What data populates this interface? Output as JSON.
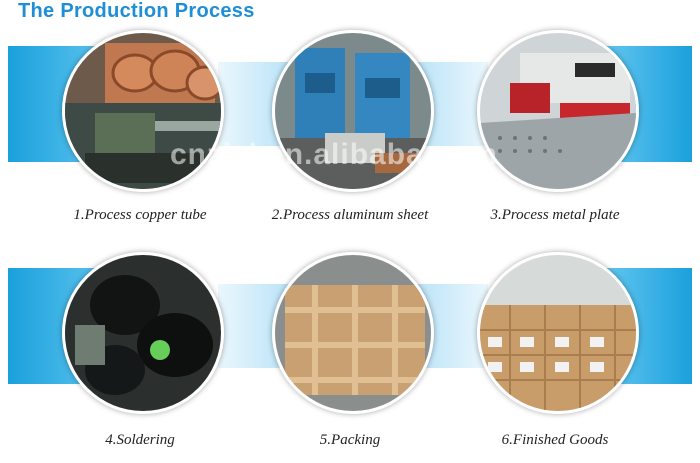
{
  "header": {
    "title": "The Production Process"
  },
  "watermark": "cnzjzl.en.alibaba.com",
  "steps": [
    {
      "label": "1.Process copper tube"
    },
    {
      "label": "2.Process aluminum sheet"
    },
    {
      "label": "3.Process metal plate"
    },
    {
      "label": "4.Soldering"
    },
    {
      "label": "5.Packing"
    },
    {
      "label": "6.Finished Goods"
    }
  ],
  "colors": {
    "title": "#1e8fd6",
    "band": "#29abe2"
  }
}
